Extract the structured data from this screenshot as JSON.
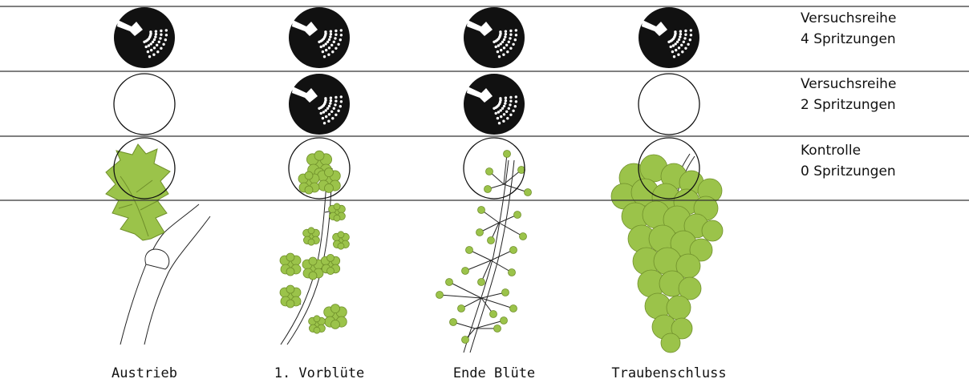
{
  "rows": [
    {
      "line1": "Versuchsreihe",
      "line2": "4 Spritzungen",
      "sprays": [
        true,
        true,
        true,
        true
      ]
    },
    {
      "line1": "Versuchsreihe",
      "line2": "2 Spritzungen",
      "sprays": [
        false,
        true,
        true,
        false
      ]
    },
    {
      "line1": "Kontrolle",
      "line2": "0 Spritzungen",
      "sprays": [
        false,
        false,
        false,
        false
      ]
    }
  ],
  "stages": [
    {
      "label": "Austrieb",
      "illustration": "shoot-leaf"
    },
    {
      "label": "1. Vorblüte",
      "illustration": "flower-cluster"
    },
    {
      "label": "Ende Blüte",
      "illustration": "flowering-end"
    },
    {
      "label": "Traubenschluss",
      "illustration": "grape-bunch"
    }
  ],
  "icons": {
    "sprayed": "spray-nozzle-icon",
    "not_sprayed": "empty-circle-icon"
  },
  "colors": {
    "plant": "#9bc34a",
    "plant_dark": "#6f8f2a",
    "ink": "#111111",
    "line": "#333333"
  }
}
